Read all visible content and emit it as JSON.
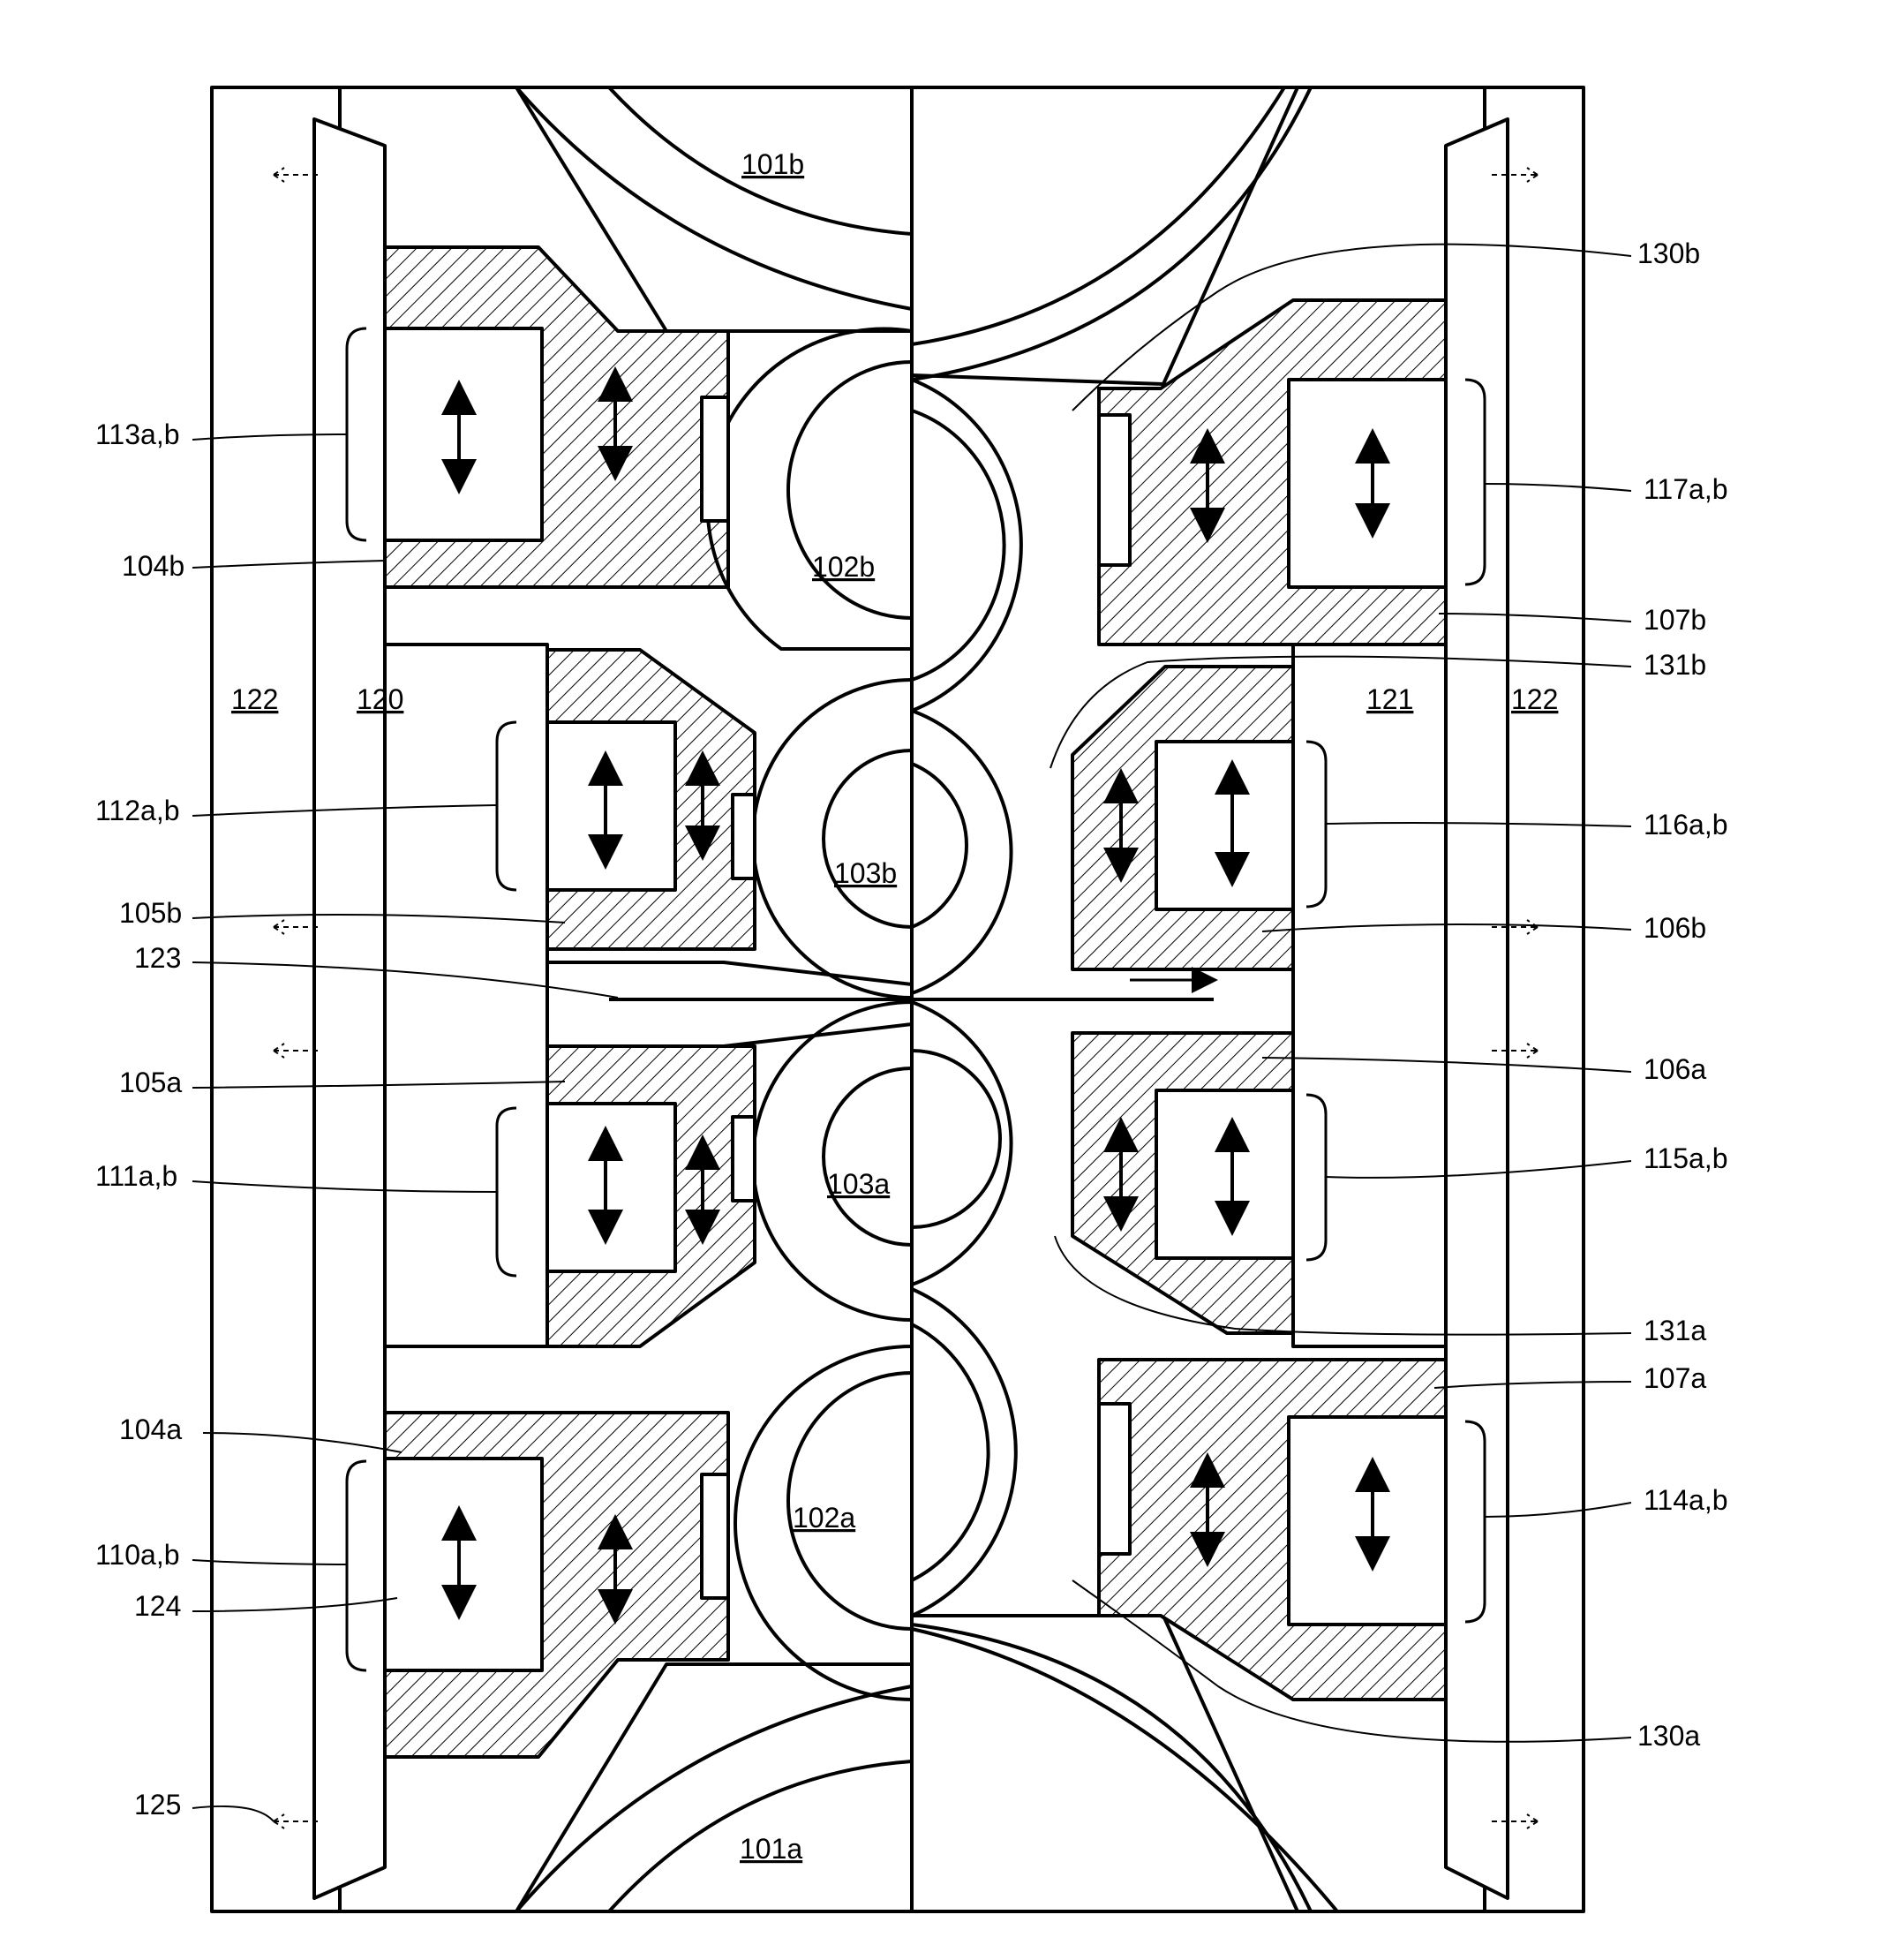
{
  "figure": {
    "regions": {
      "roll_101b": "101b",
      "roll_101a": "101a",
      "roll_102b": "102b",
      "roll_102a": "102a",
      "roll_103b": "103b",
      "roll_103a": "103a",
      "frame_120": "120",
      "frame_121": "121",
      "side_122_left": "122",
      "side_122_right": "122"
    },
    "labels_left": {
      "l113": "113a,b",
      "l104b": "104b",
      "l112": "112a,b",
      "l105b": "105b",
      "l123": "123",
      "l105a": "105a",
      "l111": "111a,b",
      "l104a": "104a",
      "l110": "110a,b",
      "l124": "124",
      "l125": "125"
    },
    "labels_right": {
      "l130b": "130b",
      "l117": "117a,b",
      "l107b": "107b",
      "l131b": "131b",
      "l116": "116a,b",
      "l106b": "106b",
      "l106a": "106a",
      "l115": "115a,b",
      "l131a": "131a",
      "l107a": "107a",
      "l114": "114a,b",
      "l130a": "130a"
    }
  }
}
